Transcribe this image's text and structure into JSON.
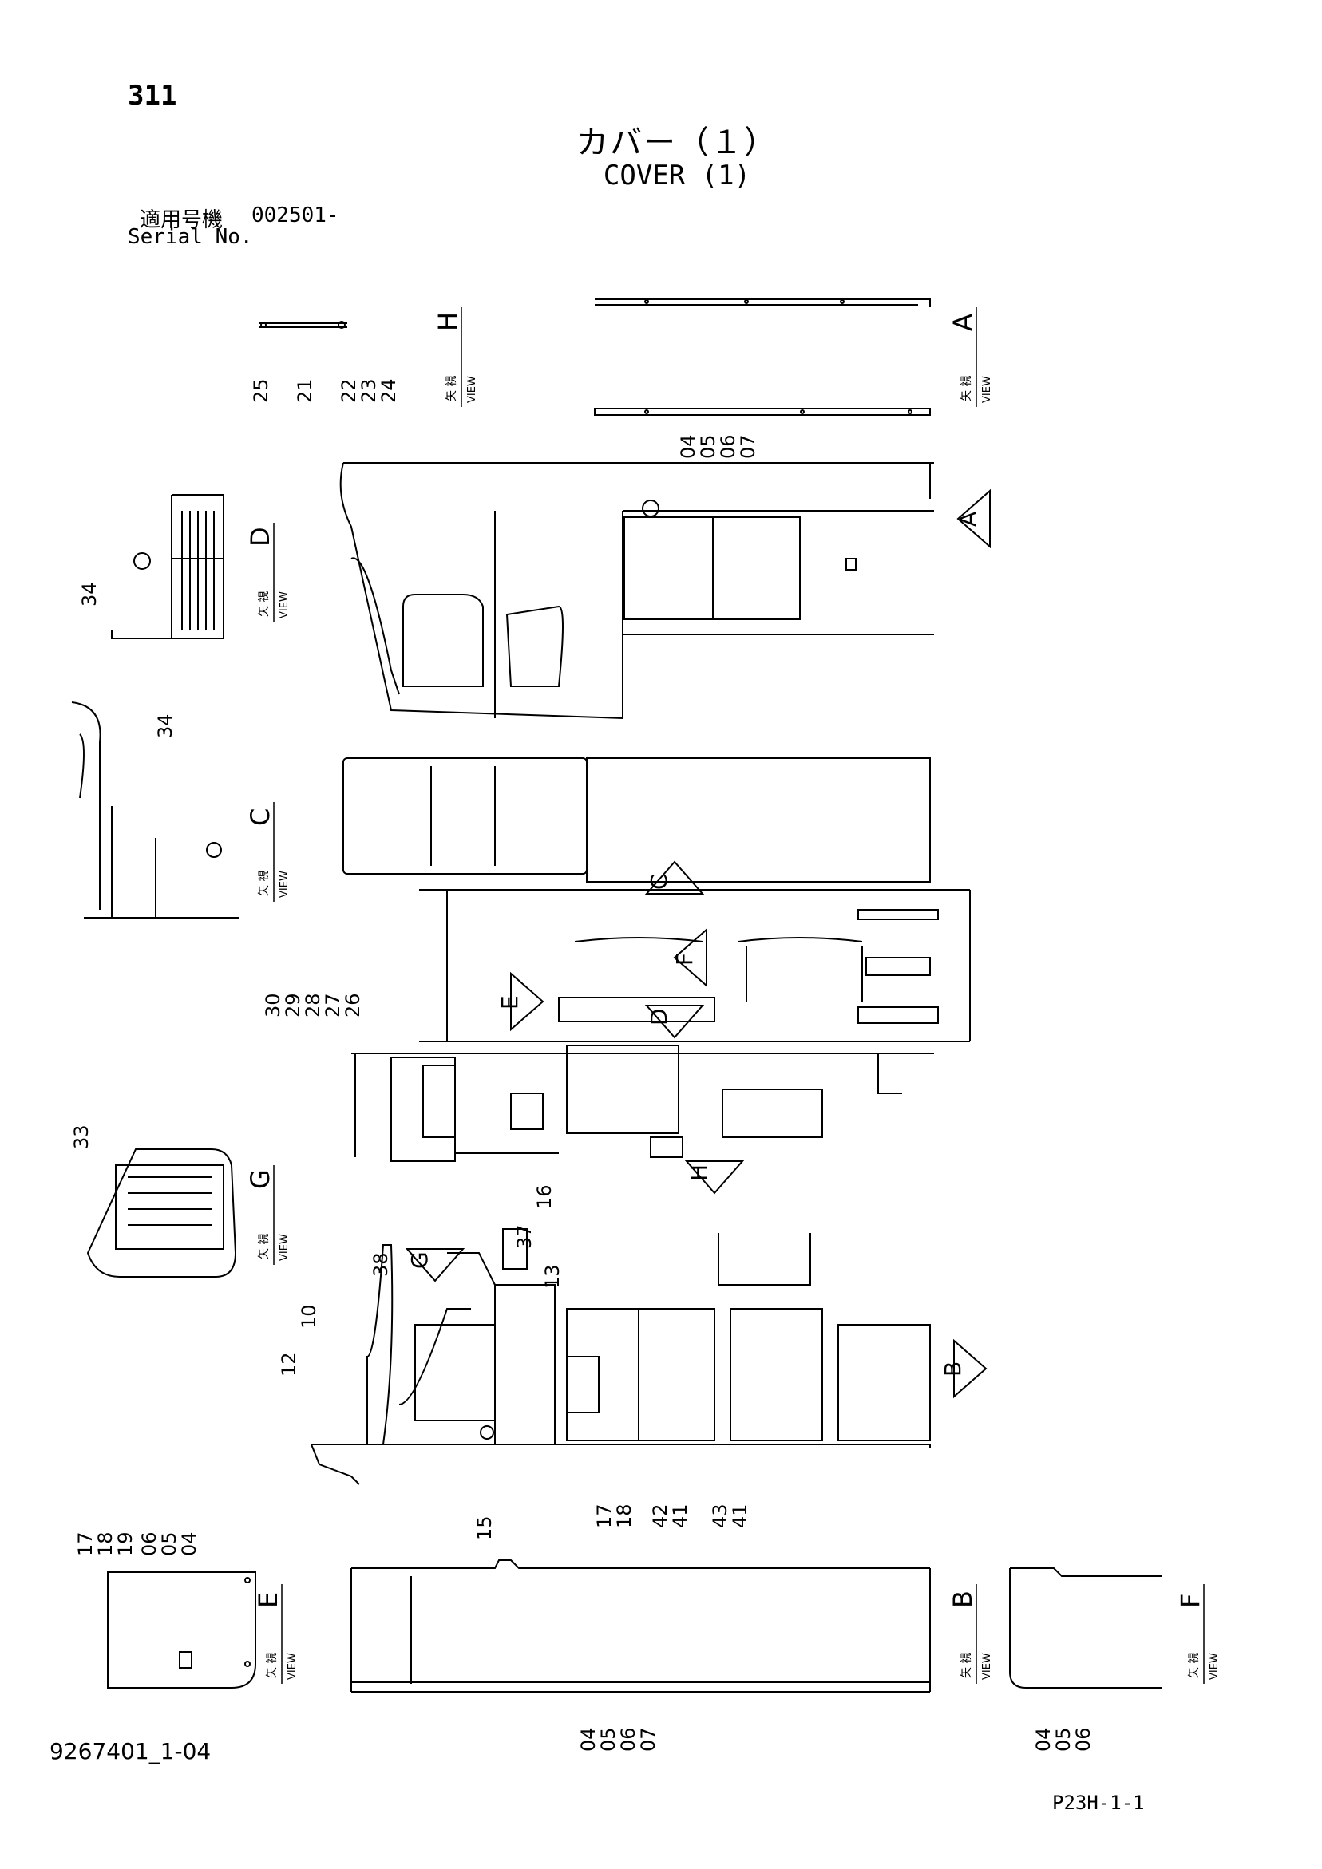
{
  "page_number": "311",
  "title": {
    "jp": "カバー（１）",
    "en": "COVER (1)"
  },
  "serial": {
    "label_jp": "適用号機",
    "value": "002501-",
    "label_en": "Serial No."
  },
  "document_number": "9267401_1-04",
  "page_code": "P23H-1-1",
  "view_kanji": "矢 視",
  "view_word": "VIEW",
  "views": [
    {
      "id": "view-h",
      "letter": "H"
    },
    {
      "id": "view-a",
      "letter": "A"
    },
    {
      "id": "view-d",
      "letter": "D"
    },
    {
      "id": "view-c",
      "letter": "C"
    },
    {
      "id": "view-g",
      "letter": "G"
    },
    {
      "id": "view-e",
      "letter": "E"
    },
    {
      "id": "view-b",
      "letter": "B"
    },
    {
      "id": "view-f",
      "letter": "F"
    }
  ],
  "part_labels": [
    {
      "group": "view-h",
      "numbers": [
        "25",
        "21",
        "22",
        "23",
        "24"
      ]
    },
    {
      "group": "view-a",
      "numbers": [
        "04",
        "05",
        "06",
        "07"
      ]
    },
    {
      "group": "view-d",
      "numbers": [
        "34"
      ]
    },
    {
      "group": "view-c",
      "numbers": [
        "34"
      ]
    },
    {
      "group": "main-upper",
      "numbers": [
        "30",
        "29",
        "28",
        "27",
        "26"
      ]
    },
    {
      "group": "main-cab",
      "numbers": [
        "16",
        "37",
        "13",
        "38",
        "10",
        "12"
      ]
    },
    {
      "group": "view-g",
      "numbers": [
        "33"
      ]
    },
    {
      "group": "main-lower",
      "numbers": [
        "17",
        "18",
        "42",
        "41",
        "43",
        "41"
      ]
    },
    {
      "group": "view-e",
      "numbers": [
        "17",
        "18",
        "19",
        "06",
        "05",
        "04"
      ]
    },
    {
      "group": "view-b-top",
      "numbers": [
        "15"
      ]
    },
    {
      "group": "view-b",
      "numbers": [
        "04",
        "05",
        "06",
        "07"
      ]
    },
    {
      "group": "view-f",
      "numbers": [
        "04",
        "05",
        "06"
      ]
    }
  ],
  "direction_arrows": [
    {
      "id": "arrow-a",
      "letter": "A"
    },
    {
      "id": "arrow-c",
      "letter": "C"
    },
    {
      "id": "arrow-f",
      "letter": "F"
    },
    {
      "id": "arrow-e",
      "letter": "E"
    },
    {
      "id": "arrow-d",
      "letter": "D"
    },
    {
      "id": "arrow-h",
      "letter": "H"
    },
    {
      "id": "arrow-g",
      "letter": "G"
    },
    {
      "id": "arrow-b",
      "letter": "B"
    }
  ]
}
